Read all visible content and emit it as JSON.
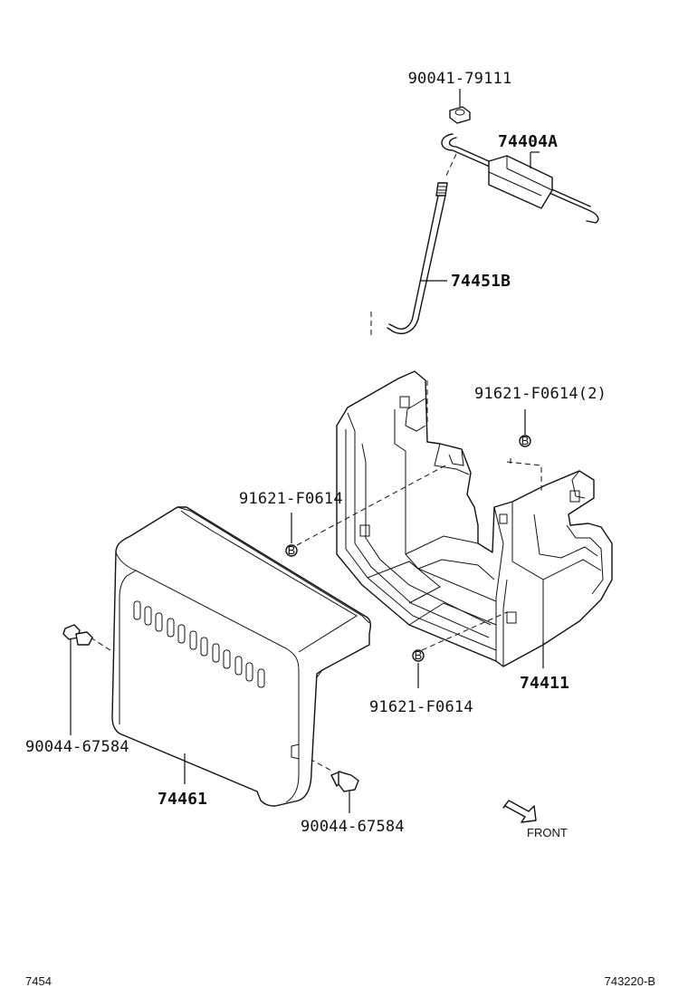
{
  "diagram": {
    "labels": {
      "p90041_79111": "90041-79111",
      "p74404a": "74404A",
      "p74451b": "74451B",
      "p91621_f0614_2": "91621-F0614(2)",
      "p91621_f0614_left": "91621-F0614",
      "p91621_f0614_bottom": "91621-F0614",
      "p74411": "74411",
      "p90044_67584_left": "90044-67584",
      "p74461": "74461",
      "p90044_67584_right": "90044-67584",
      "front": "FRONT",
      "callout_b": "B"
    },
    "footer": {
      "left_code": "7454",
      "right_code": "743220-B"
    }
  }
}
